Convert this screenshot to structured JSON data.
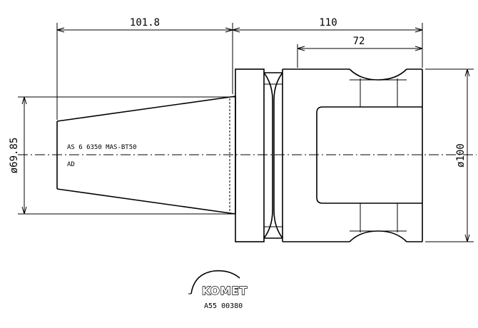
{
  "dimensions": {
    "taper_length": "101.8",
    "overall_length": "110",
    "inner_length": "72",
    "taper_diameter": "ø69.85",
    "body_diameter": "ø100"
  },
  "annotations": {
    "standard": "AS 6 6350 MAS-BT50",
    "form": "AD"
  },
  "logo": {
    "brand": "KOMET",
    "part_number": "A55 00380"
  }
}
